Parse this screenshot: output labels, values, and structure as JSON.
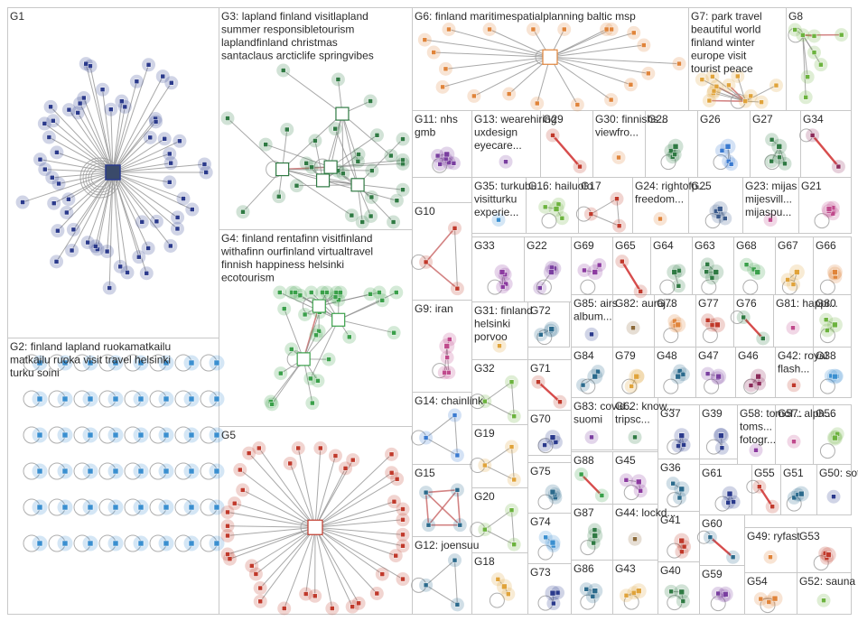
{
  "groups": [
    {
      "id": "G1",
      "terms": [],
      "color": "#2b3a8c"
    },
    {
      "id": "G3",
      "terms": [
        "lapland finland visitlapland",
        "summer responsibletourism",
        "laplandfinland christmas",
        "santaclaus arcticlife springvibes"
      ],
      "color": "#2f7a43"
    },
    {
      "id": "G6",
      "terms": [
        "finland maritimespatialplanning baltic msp"
      ],
      "color": "#e0843a"
    },
    {
      "id": "G7",
      "terms": [
        "park travel",
        "beautiful world",
        "finland winter",
        "europe visit",
        "tourist peace"
      ],
      "color": "#e0a33a"
    },
    {
      "id": "G8",
      "terms": [],
      "color": "#6cb33e"
    },
    {
      "id": "G11",
      "terms": [
        "nhs",
        "gmb"
      ],
      "color": "#7a3fa0"
    },
    {
      "id": "G13",
      "terms": [
        "wearehiring",
        "uxdesign",
        "eyecare..."
      ],
      "color": "#7a3fa0"
    },
    {
      "id": "G29",
      "terms": [],
      "color": "#c0392b"
    },
    {
      "id": "G30",
      "terms": [
        "finnishs...",
        "viewfro..."
      ],
      "color": "#e0843a"
    },
    {
      "id": "G28",
      "terms": [],
      "color": "#2f7a43"
    },
    {
      "id": "G26",
      "terms": [],
      "color": "#3a7ad0"
    },
    {
      "id": "G27",
      "terms": [],
      "color": "#2f7a43"
    },
    {
      "id": "G34",
      "terms": [],
      "color": "#8c2b5a"
    },
    {
      "id": "G2",
      "terms": [
        "finland lapland ruokamatkailu",
        "matkailu ruoka visit travel helsinki",
        "turku soini"
      ],
      "color": "#3a8fd0"
    },
    {
      "id": "G35",
      "terms": [
        "turkubu...",
        "visitturku",
        "experie..."
      ],
      "color": "#3a8fd0"
    },
    {
      "id": "G16",
      "terms": [
        "hailuoto"
      ],
      "color": "#6cb33e"
    },
    {
      "id": "G17",
      "terms": [],
      "color": "#c0392b"
    },
    {
      "id": "G24",
      "terms": [
        "rightofp...",
        "freedom..."
      ],
      "color": "#e0843a"
    },
    {
      "id": "G25",
      "terms": [],
      "color": "#3a5a8c"
    },
    {
      "id": "G23",
      "terms": [
        "mijas",
        "mijesvill...",
        "mijaspu..."
      ],
      "color": "#c04a8c"
    },
    {
      "id": "G21",
      "terms": [],
      "color": "#c04a8c"
    },
    {
      "id": "G4",
      "terms": [
        "finland rentafinn visitfinland",
        "withafinn ourfinland virtualtravel",
        "finnish happiness helsinki",
        "ecotourism"
      ],
      "color": "#3aa04a"
    },
    {
      "id": "G10",
      "terms": [],
      "color": "#c0392b"
    },
    {
      "id": "G33",
      "terms": [],
      "color": "#8c3aa0"
    },
    {
      "id": "G22",
      "terms": [],
      "color": "#7a3fa0"
    },
    {
      "id": "G69",
      "terms": [],
      "color": "#8c3aa0"
    },
    {
      "id": "G65",
      "terms": [],
      "color": "#c0392b"
    },
    {
      "id": "G64",
      "terms": [],
      "color": "#2f7a43"
    },
    {
      "id": "G63",
      "terms": [],
      "color": "#2f7a43"
    },
    {
      "id": "G68",
      "terms": [],
      "color": "#3aa04a"
    },
    {
      "id": "G67",
      "terms": [],
      "color": "#e0a33a"
    },
    {
      "id": "G66",
      "terms": [],
      "color": "#e0843a"
    },
    {
      "id": "G9",
      "terms": [
        "iran"
      ],
      "color": "#c04a8c"
    },
    {
      "id": "G31",
      "terms": [
        "finland",
        "helsinki",
        "porvoo"
      ],
      "color": "#e0a33a"
    },
    {
      "id": "G72",
      "terms": [],
      "color": "#2b6a8c"
    },
    {
      "id": "G85",
      "terms": [
        "airs",
        "album..."
      ],
      "color": "#2b3a8c"
    },
    {
      "id": "G82",
      "terms": [
        "auraj..."
      ],
      "color": "#8c6a3a"
    },
    {
      "id": "G78",
      "terms": [],
      "color": "#e0843a"
    },
    {
      "id": "G77",
      "terms": [],
      "color": "#c0392b"
    },
    {
      "id": "G76",
      "terms": [],
      "color": "#2f7a43"
    },
    {
      "id": "G81",
      "terms": [
        "happi..."
      ],
      "color": "#c04a8c"
    },
    {
      "id": "G80",
      "terms": [],
      "color": "#6cb33e"
    },
    {
      "id": "G32",
      "terms": [],
      "color": "#6cb33e"
    },
    {
      "id": "G71",
      "terms": [],
      "color": "#c0392b"
    },
    {
      "id": "G84",
      "terms": [],
      "color": "#2b6a8c"
    },
    {
      "id": "G79",
      "terms": [],
      "color": "#e0a33a"
    },
    {
      "id": "G48",
      "terms": [],
      "color": "#2b6a8c"
    },
    {
      "id": "G47",
      "terms": [],
      "color": "#7a3fa0"
    },
    {
      "id": "G46",
      "terms": [],
      "color": "#8c2b5a"
    },
    {
      "id": "G42",
      "terms": [
        "royal",
        "flash..."
      ],
      "color": "#c0392b"
    },
    {
      "id": "G38",
      "terms": [],
      "color": "#3a8fd0"
    },
    {
      "id": "G14",
      "terms": [
        "chainlink"
      ],
      "color": "#3a7ad0"
    },
    {
      "id": "G70",
      "terms": [],
      "color": "#2b3a8c"
    },
    {
      "id": "G83",
      "terms": [
        "covid...",
        "suomi"
      ],
      "color": "#7a3fa0"
    },
    {
      "id": "G62",
      "terms": [
        "know...",
        "tripsc..."
      ],
      "color": "#2f7a43"
    },
    {
      "id": "G37",
      "terms": [],
      "color": "#2b3a8c"
    },
    {
      "id": "G39",
      "terms": [],
      "color": "#2b3a8c"
    },
    {
      "id": "G58",
      "terms": [
        "tomof...",
        "toms...",
        "fotogr..."
      ],
      "color": "#8c3aa0"
    },
    {
      "id": "G57",
      "terms": [
        "alph..."
      ],
      "color": "#c04a8c"
    },
    {
      "id": "G56",
      "terms": [],
      "color": "#6cb33e"
    },
    {
      "id": "G19",
      "terms": [],
      "color": "#e0a33a"
    },
    {
      "id": "G15",
      "terms": [],
      "color": "#2b6a8c"
    },
    {
      "id": "G75",
      "terms": [],
      "color": "#2b6a8c"
    },
    {
      "id": "G88",
      "terms": [],
      "color": "#3aa04a"
    },
    {
      "id": "G45",
      "terms": [],
      "color": "#8c3aa0"
    },
    {
      "id": "G36",
      "terms": [],
      "color": "#2b6a8c"
    },
    {
      "id": "G61",
      "terms": [],
      "color": "#2b3a8c"
    },
    {
      "id": "G55",
      "terms": [],
      "color": "#c0392b"
    },
    {
      "id": "G51",
      "terms": [],
      "color": "#2b6a8c"
    },
    {
      "id": "G50",
      "terms": [
        "sota"
      ],
      "color": "#2b3a8c"
    },
    {
      "id": "G5",
      "terms": [],
      "color": "#c0392b"
    },
    {
      "id": "G20",
      "terms": [],
      "color": "#6cb33e"
    },
    {
      "id": "G74",
      "terms": [],
      "color": "#3a8fd0"
    },
    {
      "id": "G87",
      "terms": [],
      "color": "#2f7a43"
    },
    {
      "id": "G44",
      "terms": [
        "lockd..."
      ],
      "color": "#8c6a3a"
    },
    {
      "id": "G41",
      "terms": [],
      "color": "#c0392b"
    },
    {
      "id": "G60",
      "terms": [],
      "color": "#2b6a8c"
    },
    {
      "id": "G49",
      "terms": [
        "ryfast"
      ],
      "color": "#e0843a"
    },
    {
      "id": "G53",
      "terms": [],
      "color": "#c0392b"
    },
    {
      "id": "G12",
      "terms": [
        "joensuu"
      ],
      "color": "#2b6a8c"
    },
    {
      "id": "G18",
      "terms": [],
      "color": "#e0a33a"
    },
    {
      "id": "G73",
      "terms": [],
      "color": "#2b3a8c"
    },
    {
      "id": "G86",
      "terms": [],
      "color": "#2b6a8c"
    },
    {
      "id": "G43",
      "terms": [],
      "color": "#e0a33a"
    },
    {
      "id": "G40",
      "terms": [],
      "color": "#2f7a43"
    },
    {
      "id": "G59",
      "terms": [],
      "color": "#7a3fa0"
    },
    {
      "id": "G54",
      "terms": [],
      "color": "#e0843a"
    },
    {
      "id": "G52",
      "terms": [
        "sauna"
      ],
      "color": "#6cb33e"
    }
  ]
}
